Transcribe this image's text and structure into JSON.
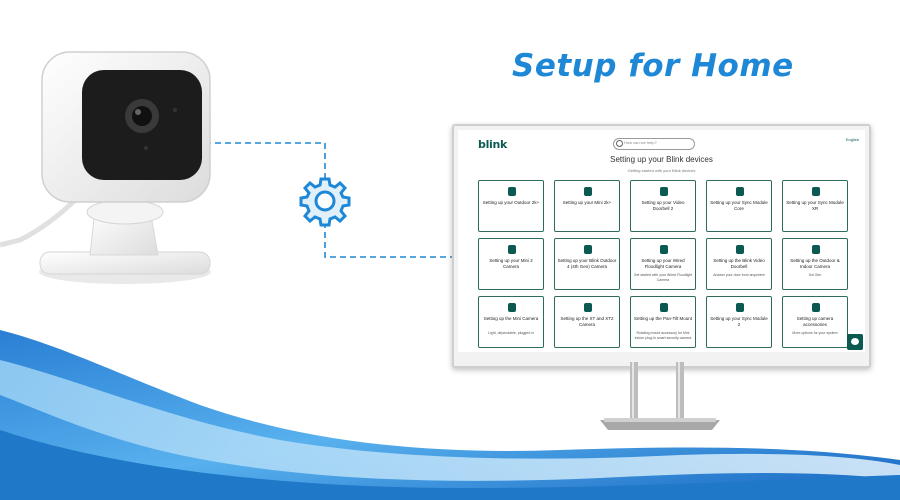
{
  "headline": "Setup for Home",
  "icons": {
    "settings": "gear-icon",
    "camera": "security-camera-icon",
    "search": "search-icon",
    "chat": "chat-icon"
  },
  "colors": {
    "headline": "#1e88d6",
    "brand": "#0b5a52",
    "wave": "#1e88d6"
  },
  "site": {
    "logo": "blink",
    "search_placeholder": "How can we help?",
    "language": "English",
    "heading": "Setting up your Blink devices",
    "subheading": "Getting started with your Blink devices",
    "cards": [
      {
        "title": "Setting up your Outdoor 2k+",
        "subtitle": ""
      },
      {
        "title": "Setting up your Mini 2k+",
        "subtitle": ""
      },
      {
        "title": "Setting up your Video Doorbell 2",
        "subtitle": ""
      },
      {
        "title": "Setting up your Sync Module Core",
        "subtitle": ""
      },
      {
        "title": "Setting up your Sync Module XR",
        "subtitle": ""
      },
      {
        "title": "Setting up your Mini 2 Camera",
        "subtitle": ""
      },
      {
        "title": "Setting up your Blink Outdoor 4 (4th Gen) Camera",
        "subtitle": ""
      },
      {
        "title": "Setting up your Wired Floodlight Camera",
        "subtitle": "Get started with your Wired Floodlight Camera"
      },
      {
        "title": "Setting up the Blink Video Doorbell",
        "subtitle": "Answer your door from anywhere"
      },
      {
        "title": "Setting up the Outdoor & Indoor Camera",
        "subtitle": "3rd Gen"
      },
      {
        "title": "Setting up the Mini Camera",
        "subtitle": "Light, dependable, plugged in"
      },
      {
        "title": "Setting up the XT and XT2 Camera",
        "subtitle": ""
      },
      {
        "title": "Setting up the Pan-Tilt Mount",
        "subtitle": "Rotating mount accessory for Mini indoor plug-in smart security camera"
      },
      {
        "title": "Setting up your Sync Module 2",
        "subtitle": ""
      },
      {
        "title": "Setting up camera accessories",
        "subtitle": "More options for your system"
      }
    ]
  }
}
